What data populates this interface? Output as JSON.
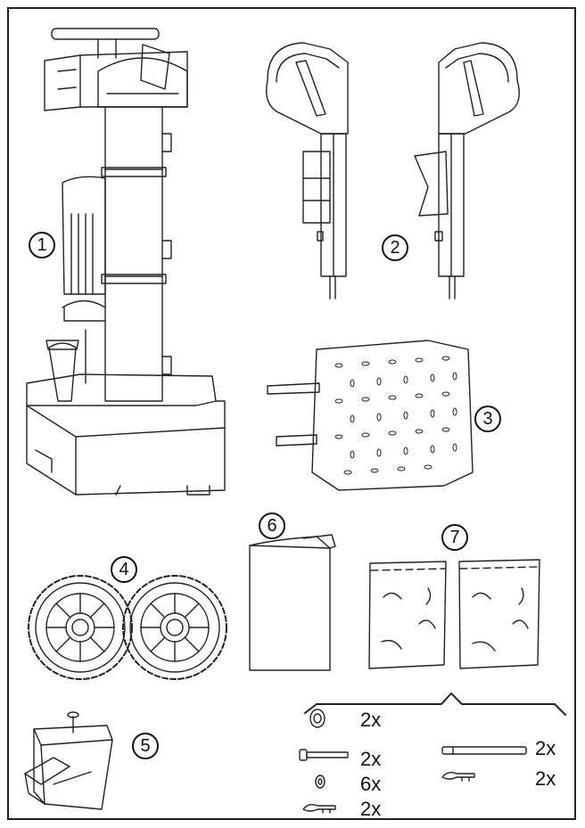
{
  "callouts": [
    "1",
    "2",
    "3",
    "4",
    "5",
    "6",
    "7"
  ],
  "hardware": {
    "washer_qty": "2x",
    "bolt_qty": "2x",
    "nut_qty": "6x",
    "pin_small_qty": "2x",
    "rod_qty": "2x",
    "pin_right_qty": "2x"
  }
}
